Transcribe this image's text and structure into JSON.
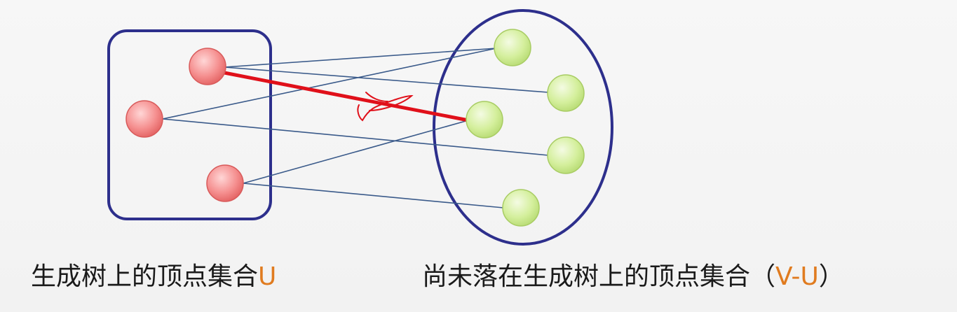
{
  "captions": {
    "left_prefix": "生成树上的顶点集合",
    "left_set": "U",
    "right_prefix": "尚未落在生成树上的顶点集合（",
    "right_set": "V-U",
    "right_suffix": "）"
  },
  "colors": {
    "container": "#2d2f8c",
    "edge": "#3a5a8a",
    "highlight_edge": "#e0101a",
    "tree_node_fill": "#f48a8a",
    "pending_node_fill": "#cdea90",
    "accent_text": "#e07b1f"
  },
  "graph": {
    "tree_nodes": [
      "u1",
      "u2",
      "u3"
    ],
    "pending_nodes": [
      "v1",
      "v2",
      "v3",
      "v4",
      "v5"
    ],
    "edges": [
      {
        "from": "u1",
        "to": "v1"
      },
      {
        "from": "u1",
        "to": "v2"
      },
      {
        "from": "u2",
        "to": "v1"
      },
      {
        "from": "u2",
        "to": "v4"
      },
      {
        "from": "u3",
        "to": "v3"
      },
      {
        "from": "u3",
        "to": "v5"
      }
    ],
    "highlighted_edge": {
      "from": "u1",
      "to": "v3"
    },
    "annotation": "hand-drawn checkmark"
  }
}
